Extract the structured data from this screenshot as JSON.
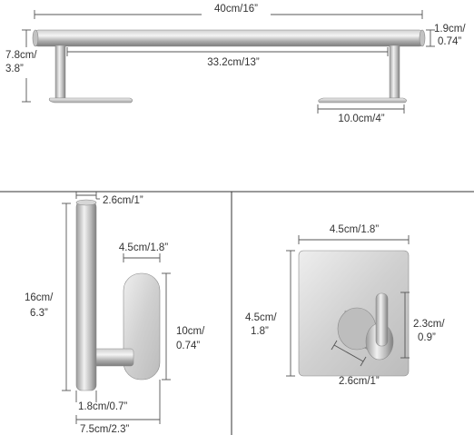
{
  "colors": {
    "line": "#555555",
    "text": "#333333",
    "metal_light": "#e6e6e6",
    "metal_mid": "#b9b9b9",
    "metal_dark": "#8a8a8a"
  },
  "towel_bar": {
    "total_length": "40cm/16”",
    "bar_diameter_line1": "1.9cm/",
    "bar_diameter_line2": "0.74”",
    "height_line1": "7.8cm/",
    "height_line2": "3.8”",
    "post_spacing": "33.2cm/13”",
    "base_length": "10.0cm/4”"
  },
  "paper_holder": {
    "rod_diameter": "2.6cm/1”",
    "plate_width": "4.5cm/1.8”",
    "height_line1": "16cm/",
    "height_line2": "6.3”",
    "plate_height_line1": "10cm/",
    "plate_height_line2": "0.74”",
    "arm_diameter": "1.8cm/0.7”",
    "depth": "7.5cm/2.3”"
  },
  "hook": {
    "plate_width": "4.5cm/1.8”",
    "plate_height_line1": "4.5cm/",
    "plate_height_line2": "1.8”",
    "projection_line1": "2.3cm/",
    "projection_line2": "0.9”",
    "hook_diameter": "2.6cm/1”"
  }
}
